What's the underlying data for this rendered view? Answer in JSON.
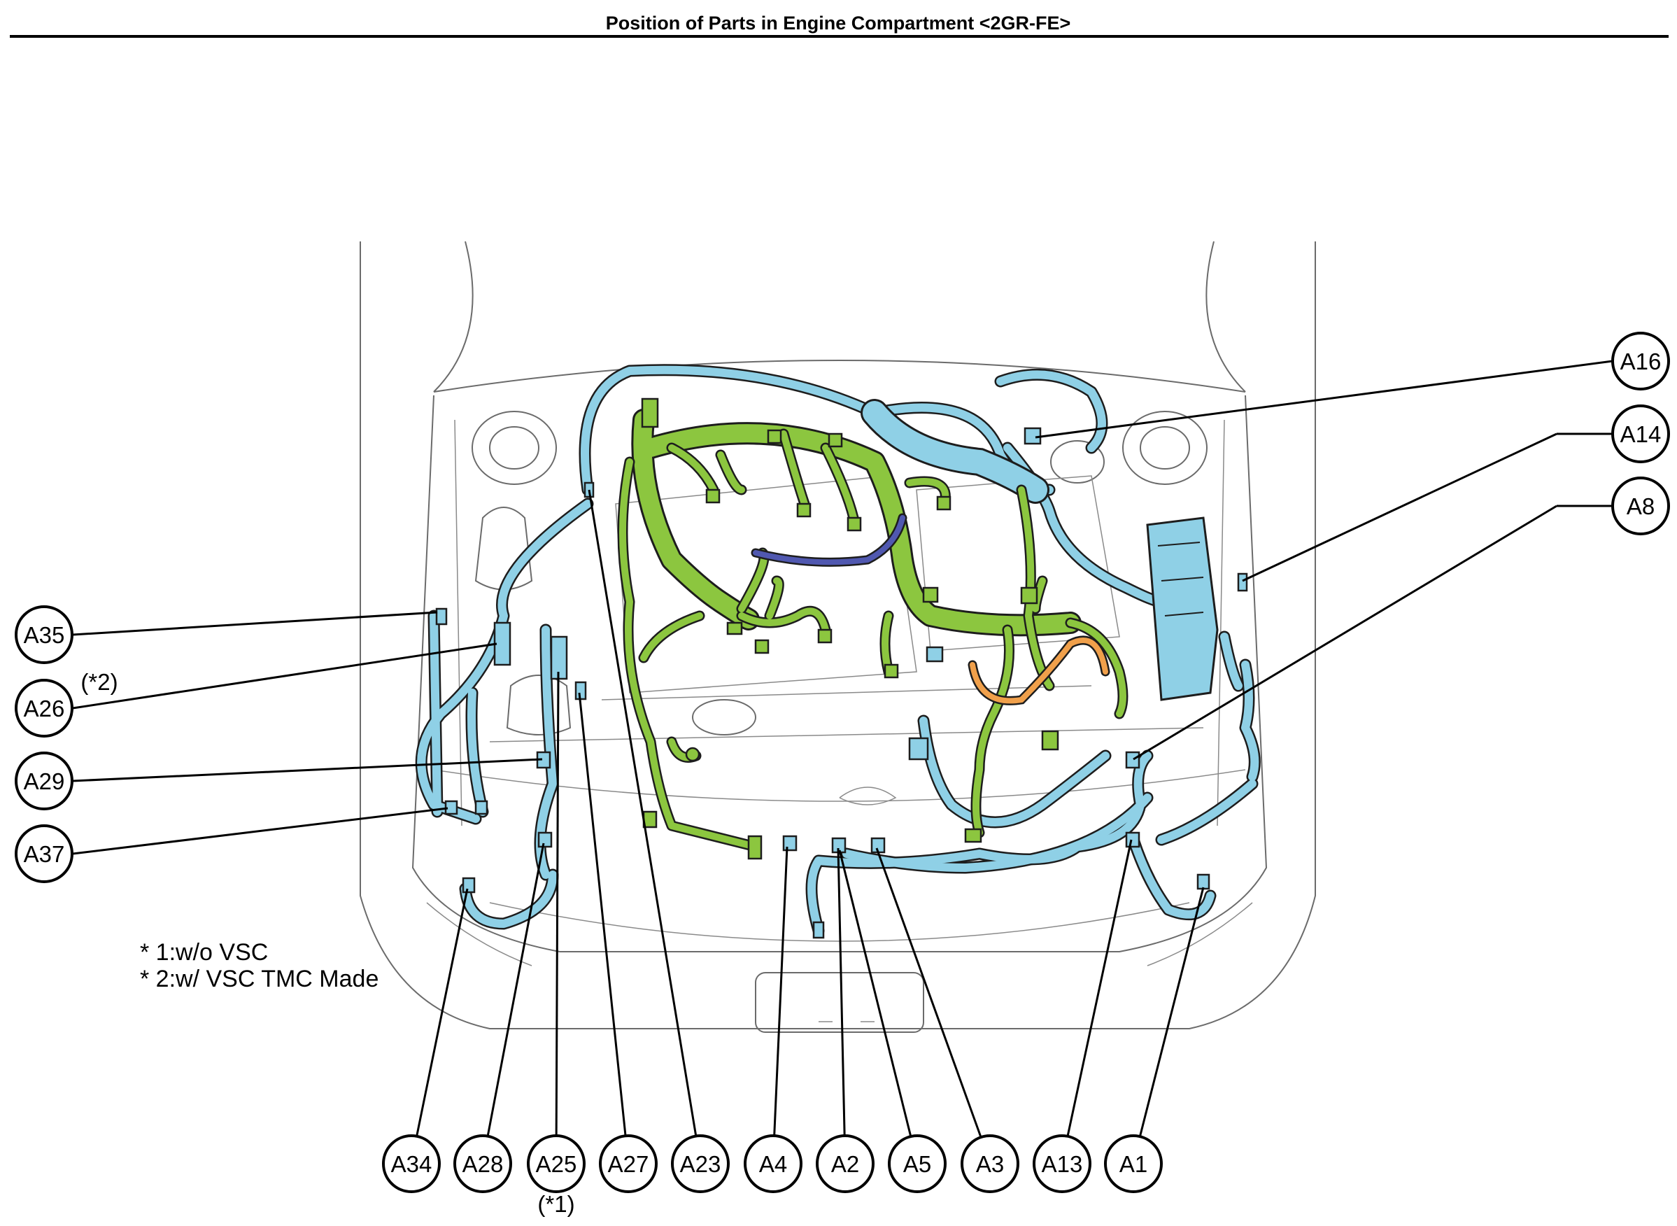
{
  "title": "Position of Parts in Engine Compartment <2GR-FE>",
  "colors": {
    "harness_blue": "#8fd0e6",
    "harness_green": "#8cc63f",
    "harness_orange": "#f0a04b",
    "harness_navy": "#5058b0",
    "outline": "#6b6b6b"
  },
  "callouts": {
    "a16": "A16",
    "a14": "A14",
    "a8": "A8",
    "a35": "A35",
    "a26": "A26",
    "a29": "A29",
    "a37": "A37",
    "a34": "A34",
    "a28": "A28",
    "a25": "A25",
    "a27": "A27",
    "a23": "A23",
    "a4": "A4",
    "a2": "A2",
    "a5": "A5",
    "a3": "A3",
    "a13": "A13",
    "a1": "A1"
  },
  "callout_notes": {
    "a26": "(*2)",
    "a25": "(*1)"
  },
  "footnotes": [
    "* 1:w/o VSC",
    "* 2:w/ VSC TMC Made"
  ]
}
